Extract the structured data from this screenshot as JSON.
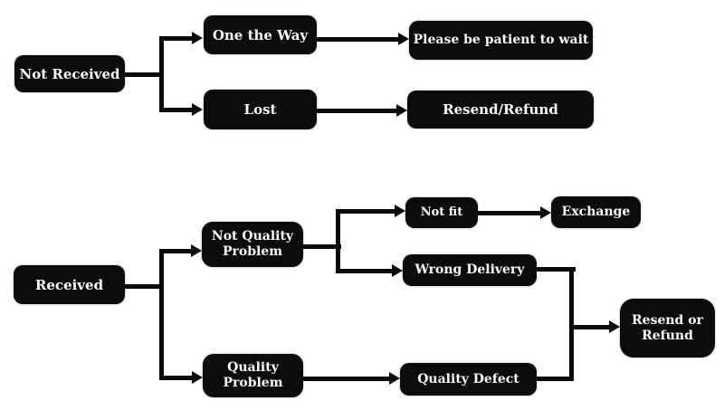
{
  "diagram": {
    "type": "flowchart",
    "background": "#ffffff",
    "node_fill": "#0c0c0c",
    "node_text_color": "#fafafa",
    "connector_color": "#0a0a0a",
    "sections": [
      {
        "name": "not-received-flow",
        "root": "Not Received",
        "paths": [
          {
            "via": "One the Way",
            "result": "Please be patient to wait"
          },
          {
            "via": "Lost",
            "result": "Resend/Refund"
          }
        ]
      },
      {
        "name": "received-flow",
        "root": "Received",
        "paths": [
          {
            "via": "Not Quality Problem",
            "then": "Not fit",
            "result": "Exchange"
          },
          {
            "via": "Not Quality Problem",
            "then": "Wrong Delivery",
            "result": "Resend or Refund"
          },
          {
            "via": "Quality Problem",
            "then": "Quality Defect",
            "result": "Resend or Refund"
          }
        ]
      }
    ],
    "edges": [
      {
        "from": "Not Received",
        "to": "One the Way"
      },
      {
        "from": "Not Received",
        "to": "Lost"
      },
      {
        "from": "One the Way",
        "to": "Please be patient to wait"
      },
      {
        "from": "Lost",
        "to": "Resend/Refund"
      },
      {
        "from": "Received",
        "to": "Not Quality Problem"
      },
      {
        "from": "Received",
        "to": "Quality Problem"
      },
      {
        "from": "Not Quality Problem",
        "to": "Not fit"
      },
      {
        "from": "Not Quality Problem",
        "to": "Wrong Delivery"
      },
      {
        "from": "Not fit",
        "to": "Exchange"
      },
      {
        "from": "Wrong Delivery",
        "to": "Resend or Refund"
      },
      {
        "from": "Quality Problem",
        "to": "Quality Defect"
      },
      {
        "from": "Quality Defect",
        "to": "Resend or Refund"
      }
    ]
  },
  "nodes": {
    "not_received": "Not Received",
    "one_the_way": "One the Way",
    "lost": "Lost",
    "please_wait": "Please be patient to wait",
    "resend_refund": "Resend/Refund",
    "received": "Received",
    "not_quality_problem": "Not Quality Problem",
    "quality_problem": "Quality Problem",
    "not_fit": "Not fit",
    "exchange": "Exchange",
    "wrong_delivery": "Wrong Delivery",
    "quality_defect": "Quality Defect",
    "resend_or_refund": "Resend or Refund"
  }
}
